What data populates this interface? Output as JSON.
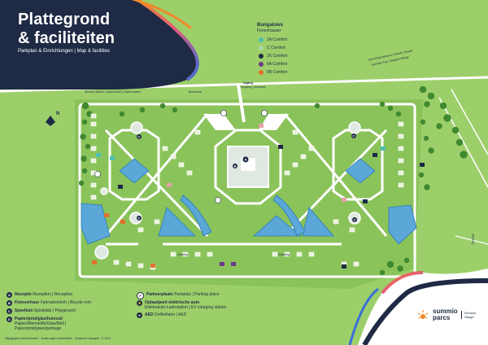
{
  "header": {
    "title_line1": "Plattegrond",
    "title_line2": "& faciliteiten",
    "subtitle": "Parkplan & Einrichtungen | Map & facilities"
  },
  "bungalows": {
    "title": "Bungalows",
    "subtitle": "Ferienhäuser",
    "types": [
      {
        "label": "2A Comfort",
        "color": "#4cc0b0"
      },
      {
        "label": "C Comfort",
        "color": "#a9d8a1"
      },
      {
        "label": "2X Comfort",
        "color": "#1f2a44"
      },
      {
        "label": "6A Comfort",
        "color": "#6b3a8c"
      },
      {
        "label": "6B Comfort",
        "color": "#e36f2c"
      }
    ]
  },
  "roads": {
    "strand": "Strand | Beach | Supermarkt | Supermarket",
    "boulevard": "Boulevard",
    "ingang": "Ingang",
    "ingang_sub": "Eingang | Entrance",
    "grevelingenstrand": "Grevelingenstrand | Strand | Beach",
    "grevelingenstrand_sub": "Summio Parc Zeeland Village",
    "right_road": "Badweg",
    "lane1": "Zeeweg",
    "lane2": "Duinweg"
  },
  "legend": [
    {
      "icon": "A",
      "name": "Receptie",
      "desc": "Rezeption | Reception"
    },
    {
      "icon": "B",
      "name": "Fietsverhuur",
      "desc": "Fahrradverleih | Bicycle rent"
    },
    {
      "icon": "C",
      "name": "Speeltuin",
      "desc": "Spielplatz | Playground"
    },
    {
      "icon": "D",
      "name": "Papier/pmd/glas/huisvuil",
      "desc": "Papier/Wertstoffe/Glas/Müll | Paper/pmd/glass/garbage"
    },
    {
      "icon": "P",
      "name": "Parkeerplaats",
      "desc": "Parkplatz | Parking place"
    },
    {
      "icon": "⚡",
      "name": "Oplaadpunt elektrische auto",
      "desc": "Elektroauto-Ladestation | EV charging station"
    },
    {
      "icon": "♥",
      "name": "AED",
      "desc": "Defibrillator | AED"
    }
  ],
  "logo": {
    "brand_line1": "summio",
    "brand_line2": "parcs",
    "park_line1": "Zeeland",
    "park_line2": "Village"
  },
  "footer": "Wijzigingen voorbehouden · Änderungen vorbehalten · Subject to changes · © 2024",
  "colors": {
    "grass": "#9ccf6a",
    "road": "#ffffff",
    "water": "#5aa7d8",
    "navy": "#1f2a44",
    "orange": "#f08a2a"
  }
}
